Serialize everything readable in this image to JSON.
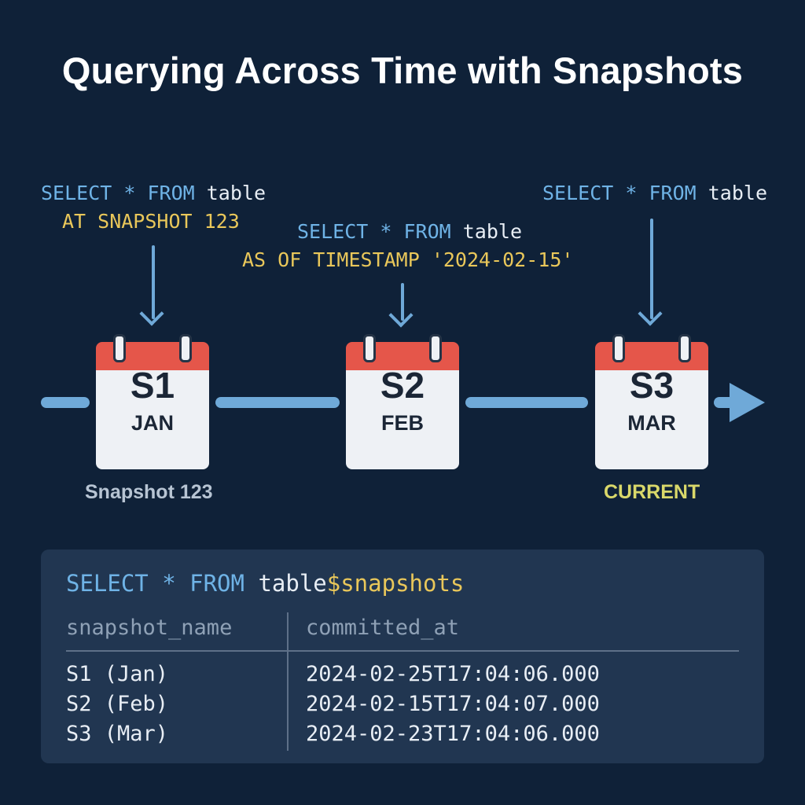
{
  "title": "Querying Across Time with Snapshots",
  "queries": [
    {
      "keyword": "SELECT * FROM",
      "table": "table",
      "clause": "AT SNAPSHOT 123"
    },
    {
      "keyword": "SELECT * FROM",
      "table": "table",
      "clause": "AS OF TIMESTAMP '2024-02-15'"
    },
    {
      "keyword": "SELECT * FROM",
      "table": "table",
      "clause": ""
    }
  ],
  "snapshots": [
    {
      "id": "S1",
      "month": "JAN",
      "caption": "Snapshot 123"
    },
    {
      "id": "S2",
      "month": "FEB",
      "caption": ""
    },
    {
      "id": "S3",
      "month": "MAR",
      "caption": "CURRENT"
    }
  ],
  "colors": {
    "background": "#0f2138",
    "keyword": "#6fb3e6",
    "clause": "#e9c75a",
    "timeline": "#6fa9d8",
    "calendar_header": "#e5564a",
    "current_label": "#d9d86a",
    "panel": "#213651"
  },
  "table_panel": {
    "query_keyword": "SELECT * FROM",
    "query_table": "table",
    "query_suffix": "$snapshots",
    "columns": [
      "snapshot_name",
      "committed_at"
    ],
    "rows": [
      [
        "S1 (Jan)",
        "2024-02-25T17:04:06.000"
      ],
      [
        "S2 (Feb)",
        "2024-02-15T17:04:07.000"
      ],
      [
        "S3 (Mar)",
        "2024-02-23T17:04:06.000"
      ]
    ]
  }
}
